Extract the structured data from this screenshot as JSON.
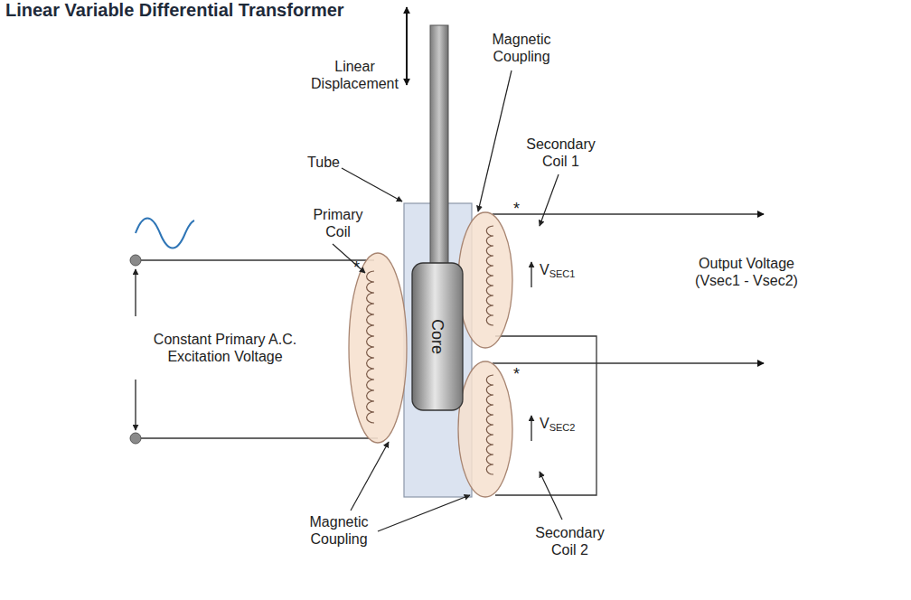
{
  "diagram": {
    "title": "Linear Variable Differential Transformer",
    "nodes": [
      {
        "text": [
          "Core"
        ]
      }
    ],
    "labels": [
      "Linear Displacement",
      "Magnetic Coupling",
      "Tube",
      "Secondary Coil 1",
      "*",
      "Primary Coil",
      "*",
      "VSEC1",
      "Output Voltage (Vsec1 - Vsec2)",
      "Constant Primary A.C. Excitation Voltage",
      "*",
      "VSEC2",
      "Magnetic Coupling",
      "Secondary Coil 2"
    ]
  }
}
